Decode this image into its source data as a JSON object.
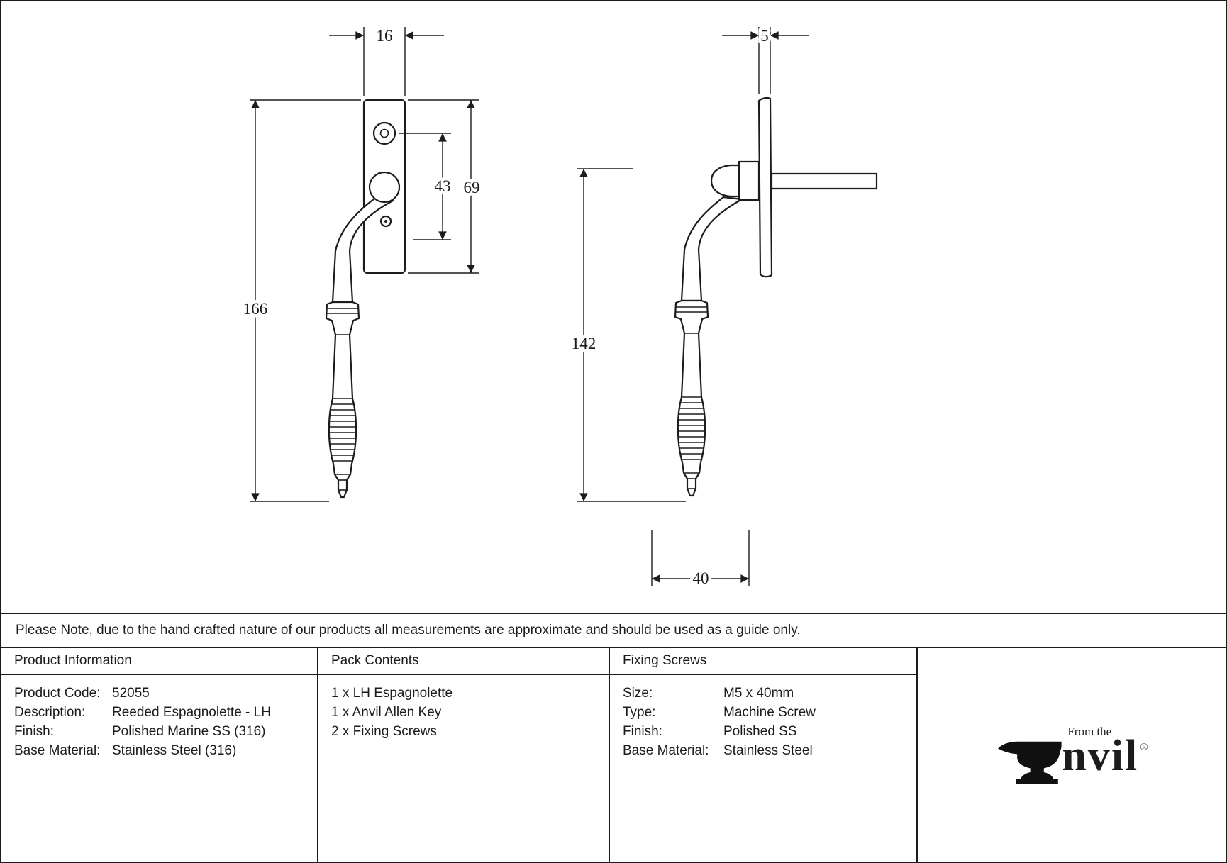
{
  "note": "Please Note, due to the hand crafted nature of our products all measurements are approximate and should be used as a guide only.",
  "drawing": {
    "front_view": {
      "dim_top_width": "16",
      "dim_inner_height": "43",
      "dim_plate_height": "69",
      "dim_total_height": "166"
    },
    "side_view": {
      "dim_plate_thickness": "5",
      "dim_height": "142",
      "dim_base_width": "40"
    }
  },
  "table": {
    "product_information": {
      "title": "Product Information",
      "rows": [
        {
          "label": "Product Code:",
          "value": "52055"
        },
        {
          "label": "Description:",
          "value": "Reeded Espagnolette - LH"
        },
        {
          "label": "Finish:",
          "value": "Polished Marine SS (316)"
        },
        {
          "label": "Base Material:",
          "value": "Stainless Steel (316)"
        }
      ]
    },
    "pack_contents": {
      "title": "Pack Contents",
      "items": [
        "1 x LH Espagnolette",
        "1 x Anvil Allen Key",
        "2 x Fixing Screws"
      ]
    },
    "fixing_screws": {
      "title": "Fixing Screws",
      "rows": [
        {
          "label": "Size:",
          "value": "M5 x 40mm"
        },
        {
          "label": "Type:",
          "value": "Machine Screw"
        },
        {
          "label": "Finish:",
          "value": "Polished SS"
        },
        {
          "label": "Base Material:",
          "value": "Stainless Steel"
        }
      ]
    }
  },
  "logo": {
    "tagline": "From the",
    "brand": "nvil",
    "registered": "®"
  }
}
